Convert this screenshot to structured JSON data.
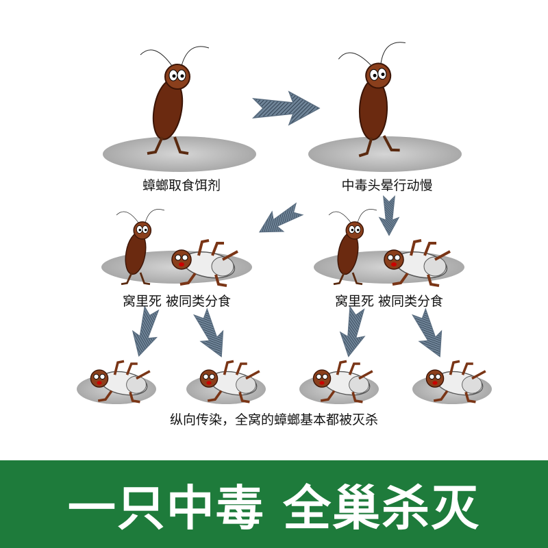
{
  "steps": {
    "eat": "蟑螂取食饵剂",
    "poisoned": "中毒头晕行动慢",
    "die_left": "窝里死 被同类分食",
    "die_right": "窝里死 被同类分食",
    "caption": "纵向传染，全窝的蟑螂基本都被灭杀"
  },
  "banner": {
    "text": "一只中毒 全巢杀灭"
  },
  "colors": {
    "banner": "#1e7b3b",
    "arrow": "#5f7488",
    "shadow": "#b9b9b9",
    "roach": "#7a3516"
  }
}
